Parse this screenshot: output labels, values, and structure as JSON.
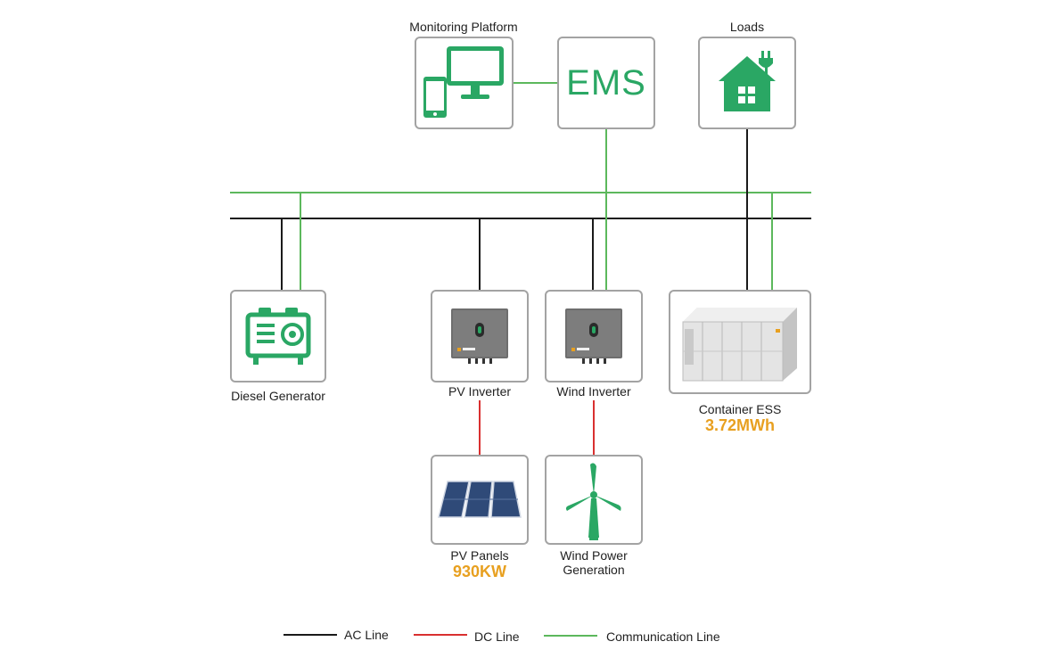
{
  "nodes": {
    "monitoring": {
      "label": "Monitoring Platform",
      "icon": "monitor-and-phone-icon"
    },
    "ems": {
      "label": "EMS",
      "text": "EMS"
    },
    "loads": {
      "label": "Loads",
      "icon": "house-plug-icon"
    },
    "diesel": {
      "label": "Diesel Generator",
      "icon": "generator-icon"
    },
    "pv_inverter": {
      "label": "PV Inverter",
      "icon": "inverter-icon"
    },
    "wind_inverter": {
      "label": "Wind Inverter",
      "icon": "inverter-icon"
    },
    "container_ess": {
      "label": "Container ESS",
      "capacity": "3.72MWh",
      "icon": "container-icon"
    },
    "pv_panels": {
      "label": "PV Panels",
      "capacity": "930KW",
      "icon": "solar-panel-icon"
    },
    "wind_power": {
      "label": "Wind Power Generation",
      "icon": "wind-turbine-icon"
    }
  },
  "legend": {
    "ac": "AC Line",
    "dc": "DC Line",
    "comm": "Communication Line"
  },
  "colors": {
    "ac_line": "#1a1a1a",
    "dc_line": "#d93030",
    "comm_line": "#5cb85c",
    "accent_green": "#2aa764",
    "capacity_orange": "#e8a020",
    "box_border": "#a3a3a3"
  }
}
